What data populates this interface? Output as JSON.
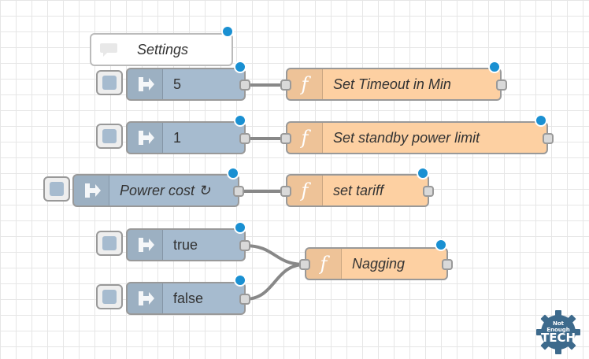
{
  "flow": {
    "comment": {
      "label": "Settings"
    },
    "nodes": [
      {
        "id": "inject-timeout",
        "type": "inject",
        "label": "5"
      },
      {
        "id": "func-timeout",
        "type": "function",
        "label": "Set Timeout in Min"
      },
      {
        "id": "inject-standby",
        "type": "inject",
        "label": "1"
      },
      {
        "id": "func-standby",
        "type": "function",
        "label": "Set standby power limit"
      },
      {
        "id": "inject-cost",
        "type": "inject",
        "label": "Powrer cost",
        "repeat_symbol": "↻"
      },
      {
        "id": "func-tariff",
        "type": "function",
        "label": "set tariff"
      },
      {
        "id": "inject-true",
        "type": "inject",
        "label": "true"
      },
      {
        "id": "inject-false",
        "type": "inject",
        "label": "false"
      },
      {
        "id": "func-nagging",
        "type": "function",
        "label": "Nagging"
      }
    ]
  },
  "watermark": {
    "line1": "Not",
    "line2": "Enough",
    "line3": "TECH"
  },
  "colors": {
    "inject": "#a6bbcf",
    "function": "#fdd0a2",
    "comment": "#ffffff",
    "status_dot": "#1a90d2",
    "wire": "#888888",
    "logo": "#3d6a8c"
  },
  "icons": {
    "inject": "arrow-in-icon",
    "function": "function-icon",
    "comment": "comment-icon"
  }
}
